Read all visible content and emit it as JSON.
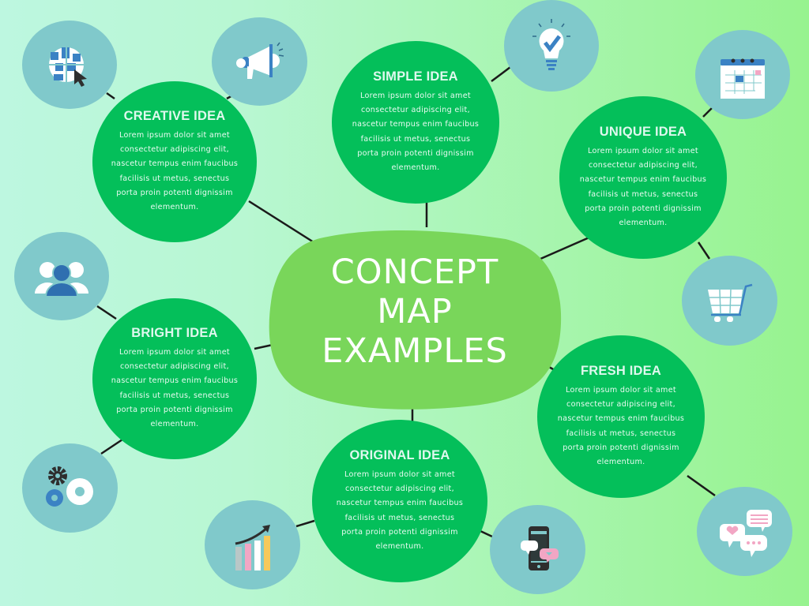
{
  "diagram": {
    "title_lines": [
      "CONCEPT",
      "MAP",
      "EXAMPLES"
    ],
    "colors": {
      "background_left": "#bdf7e0",
      "background_right": "#97f38f",
      "center_blob": "#79d65a",
      "idea_circle": "#04bf5a",
      "icon_circle": "#80c9cb",
      "connector": "#1a1a1a"
    },
    "ideas": [
      {
        "id": "creative",
        "title": "CREATIVE IDEA",
        "body": "Lorem ipsum dolor sit amet\nconsectetur adipiscing elit,\nnascetur tempus enim faucibus\nfacilisis ut metus, senectus\nporta proin potenti dignissim\nelementum."
      },
      {
        "id": "simple",
        "title": "SIMPLE IDEA",
        "body": "Lorem ipsum dolor sit amet\nconsectetur adipiscing elit,\nnascetur tempus enim faucibus\nfacilisis ut metus, senectus\nporta proin potenti dignissim\nelementum."
      },
      {
        "id": "unique",
        "title": "UNIQUE IDEA",
        "body": "Lorem ipsum dolor sit amet\nconsectetur adipiscing elit,\nnascetur tempus enim faucibus\nfacilisis ut metus, senectus\nporta proin potenti dignissim\nelementum."
      },
      {
        "id": "bright",
        "title": "BRIGHT IDEA",
        "body": "Lorem ipsum dolor sit amet\nconsectetur adipiscing elit,\nnascetur tempus enim faucibus\nfacilisis ut metus, senectus\nporta proin potenti dignissim\nelementum."
      },
      {
        "id": "fresh",
        "title": "FRESH IDEA",
        "body": "Lorem ipsum dolor sit amet\nconsectetur adipiscing elit,\nnascetur tempus enim faucibus\nfacilisis ut metus, senectus\nporta proin potenti dignissim\nelementum."
      },
      {
        "id": "original",
        "title": "ORIGINAL IDEA",
        "body": "Lorem ipsum dolor sit amet\nconsectetur adipiscing elit,\nnascetur tempus enim faucibus\nfacilisis ut metus, senectus\nporta proin potenti dignissim\nelementum."
      }
    ],
    "icons": [
      {
        "name": "globe-cursor-icon",
        "attached_to": "creative"
      },
      {
        "name": "megaphone-icon",
        "attached_to": "creative"
      },
      {
        "name": "lightbulb-check-icon",
        "attached_to": "simple"
      },
      {
        "name": "calendar-icon",
        "attached_to": "unique"
      },
      {
        "name": "shopping-cart-icon",
        "attached_to": "unique"
      },
      {
        "name": "people-group-icon",
        "attached_to": "bright"
      },
      {
        "name": "gears-icon",
        "attached_to": "bright"
      },
      {
        "name": "growth-chart-icon",
        "attached_to": "original"
      },
      {
        "name": "smartphone-social-icon",
        "attached_to": "original"
      },
      {
        "name": "chat-bubbles-icon",
        "attached_to": "fresh"
      }
    ]
  }
}
